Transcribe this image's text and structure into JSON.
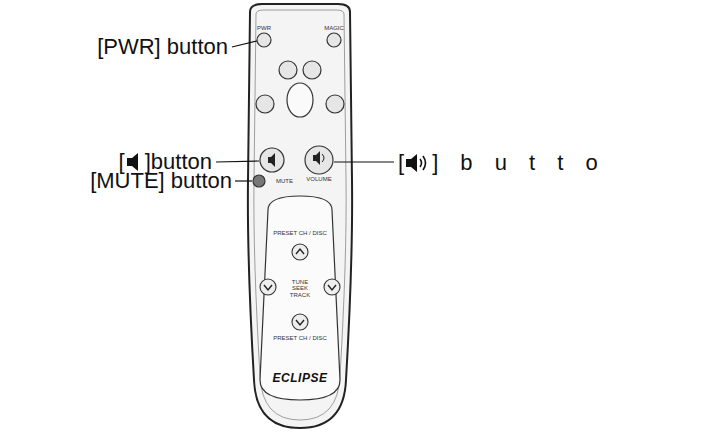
{
  "diagram": {
    "labels": [
      "[PWR] button",
      "[",
      "]button",
      "[MUTE] button",
      "[",
      "] b u t t o",
      "PWR",
      "MAGIC",
      "VOLUME",
      "MUTE",
      "PRESET CH / DISC",
      "TUNE SEEK TRACK",
      "PRESET CH / DISC",
      "ECLIPSE"
    ]
  }
}
